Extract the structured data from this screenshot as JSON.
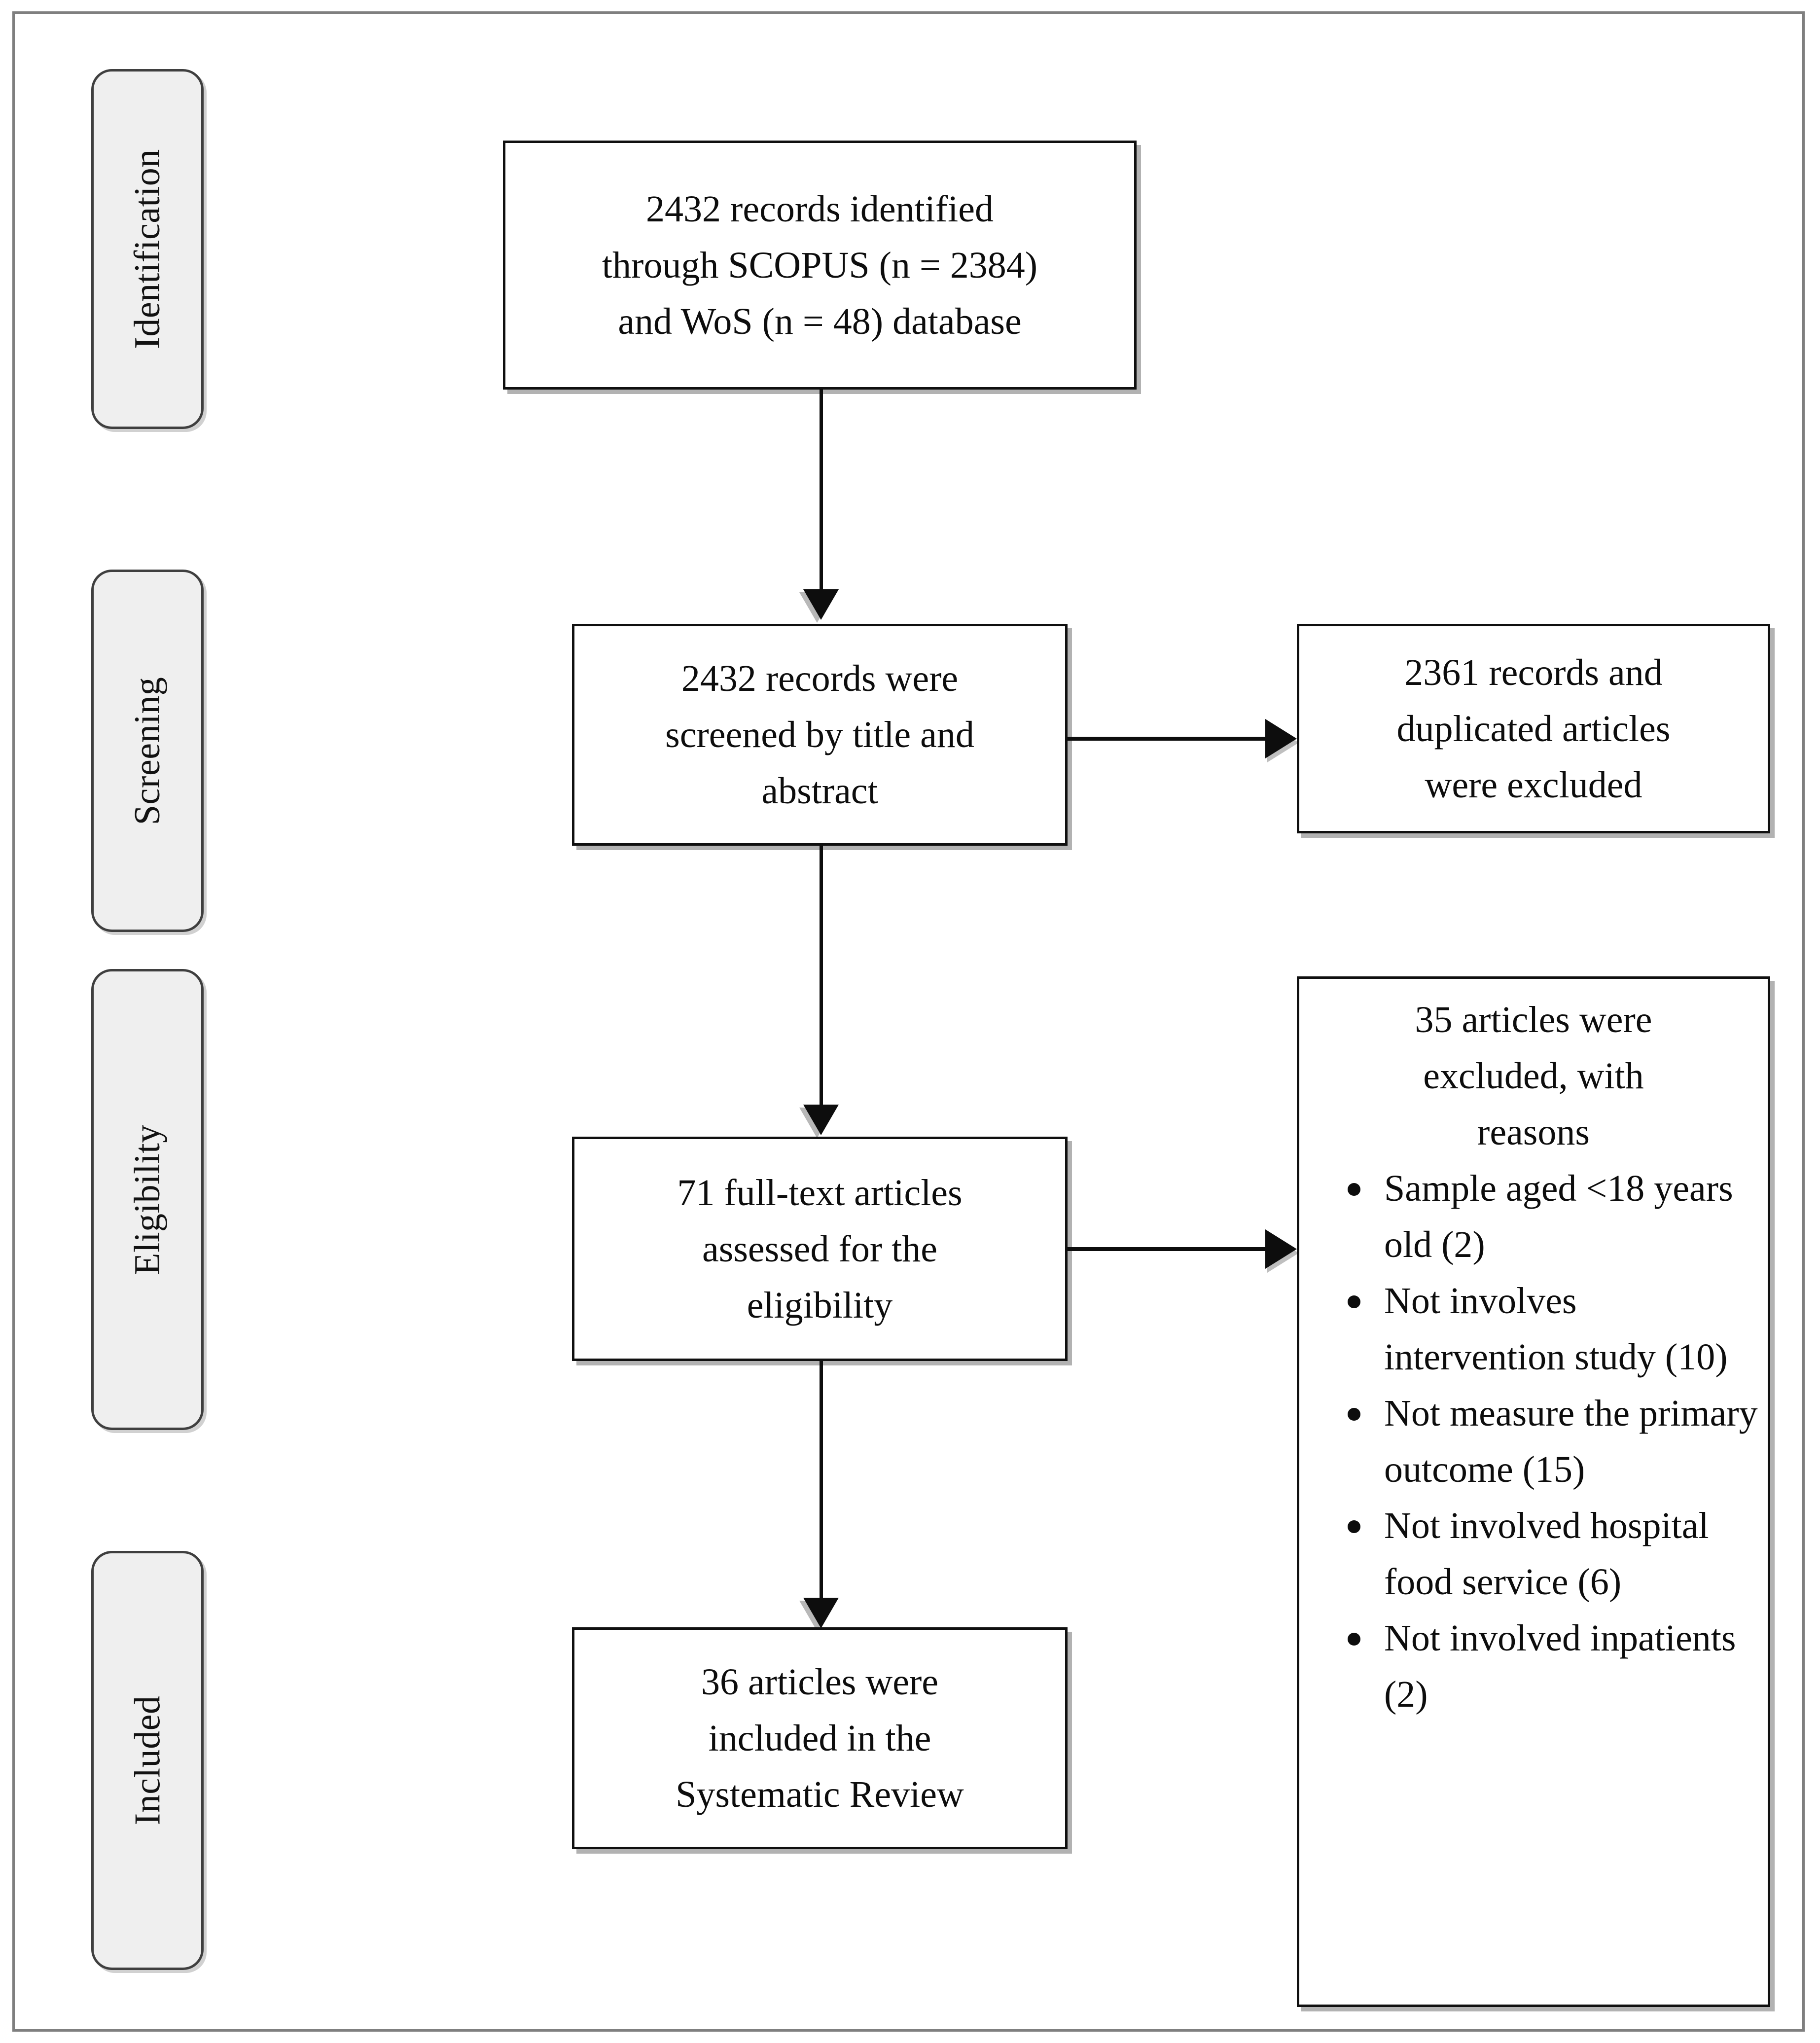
{
  "figure": {
    "type": "prisma-flow-diagram",
    "stages": [
      {
        "id": "identification",
        "label": "Identification"
      },
      {
        "id": "screening",
        "label": "Screening"
      },
      {
        "id": "eligibility",
        "label": "Eligibility"
      },
      {
        "id": "included",
        "label": "Included"
      }
    ],
    "boxes": {
      "identified": {
        "lines": [
          "2432 records identified",
          "through SCOPUS (n = 2384)",
          "and WoS (n = 48) database"
        ],
        "total_records": 2432,
        "scopus_n": 2384,
        "wos_n": 48
      },
      "screened": {
        "lines": [
          "2432 records were",
          "screened by title and",
          "abstract"
        ],
        "count": 2432
      },
      "screening_excluded": {
        "lines": [
          "2361 records and",
          "duplicated articles",
          "were excluded"
        ],
        "count": 2361
      },
      "fulltext": {
        "lines": [
          "71 full-text articles",
          "assessed for the",
          "eligibility"
        ],
        "count": 71
      },
      "eligibility_excluded": {
        "heading_lines": [
          "35 articles were",
          "excluded, with",
          "reasons"
        ],
        "count": 35,
        "reasons": [
          {
            "text": "Sample aged <18 years old (2)",
            "n": 2
          },
          {
            "text": "Not involves intervention study (10)",
            "n": 10
          },
          {
            "text": "Not measure the primary outcome (15)",
            "n": 15
          },
          {
            "text": "Not involved hospital food service (6)",
            "n": 6
          },
          {
            "text": "Not involved inpatients (2)",
            "n": 2
          }
        ]
      },
      "included": {
        "lines": [
          "36 articles were",
          "included in the",
          "Systematic Review"
        ],
        "count": 36
      }
    },
    "colors": {
      "stage_fill": "#efefef",
      "stage_border": "#3f3f3f",
      "box_border": "#101010",
      "text": "#0d0d0d",
      "frame": "#7f7f7f"
    }
  }
}
